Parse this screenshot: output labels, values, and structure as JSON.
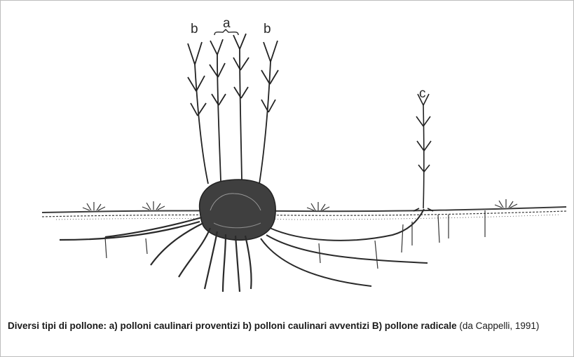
{
  "labels": {
    "a": "a",
    "b_left": "b",
    "b_right": "b",
    "c": "c"
  },
  "caption": {
    "text": "Diversi tipi di pollone: a) polloni caulinari proventizi b) polloni caulinari avventizi B) pollone radicale",
    "credit": "(da Cappelli, 1991)"
  }
}
